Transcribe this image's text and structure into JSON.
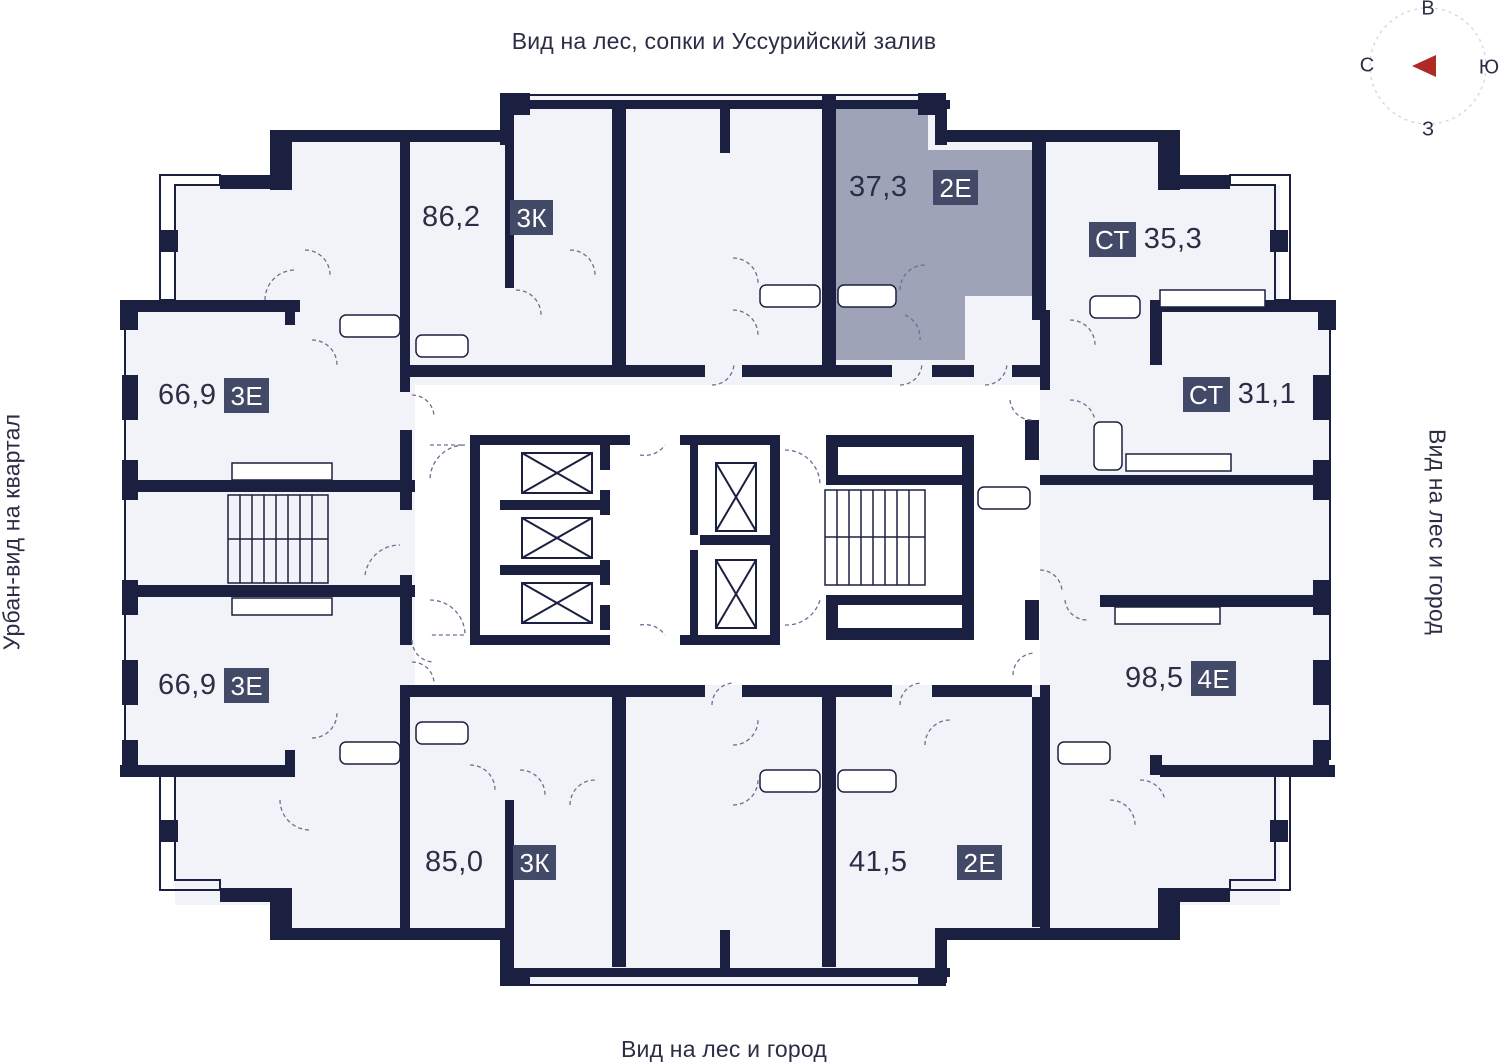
{
  "views": {
    "top": "Вид на лес, сопки и Уссурийский залив",
    "bottom": "Вид на лес и город",
    "left": "Урбан-вид на квартал",
    "right": "Вид на лес и город"
  },
  "compass": {
    "north": "С",
    "south": "Ю",
    "east": "В",
    "west": "З"
  },
  "apartments": [
    {
      "area": "86,2",
      "type": "3К"
    },
    {
      "area": "37,3",
      "type": "2Е",
      "selected": true
    },
    {
      "area": "35,3",
      "type": "СТ"
    },
    {
      "area": "66,9",
      "type": "3Е"
    },
    {
      "area": "31,1",
      "type": "СТ"
    },
    {
      "area": "66,9",
      "type": "3Е"
    },
    {
      "area": "98,5",
      "type": "4Е"
    },
    {
      "area": "85,0",
      "type": "3К"
    },
    {
      "area": "41,5",
      "type": "2Е"
    }
  ],
  "colors": {
    "wall": "#1c2040",
    "floor": "#f2f3f8",
    "selected": "#9ea3b7",
    "badge": "#434a67",
    "compass_arrow": "#b02a25"
  }
}
